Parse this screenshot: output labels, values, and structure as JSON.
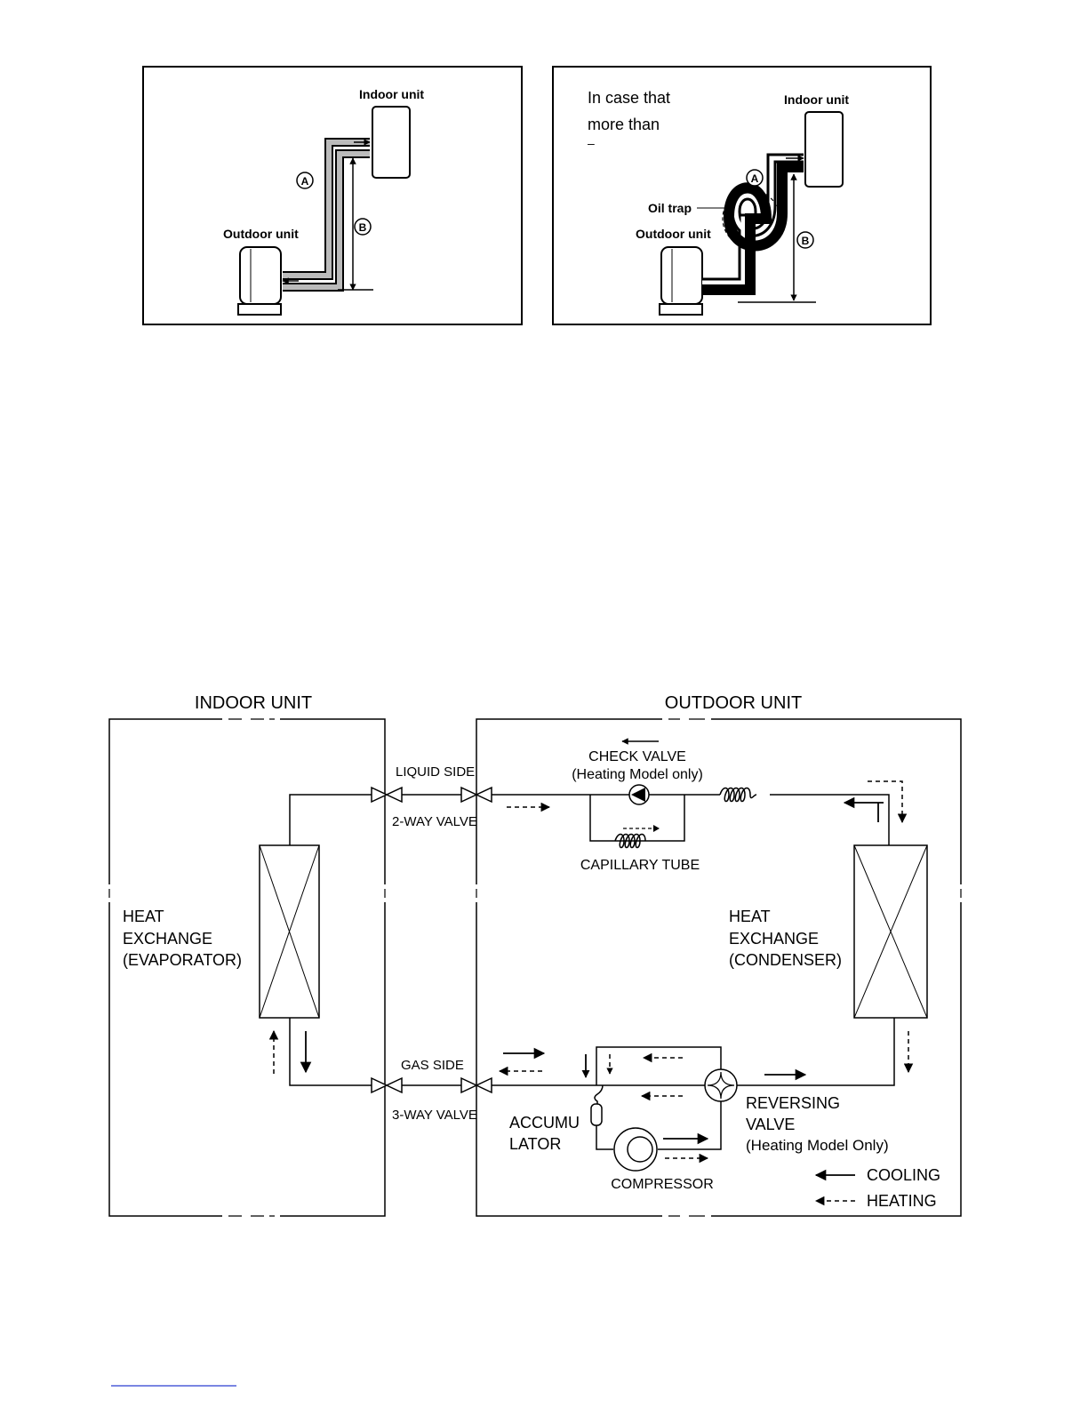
{
  "panel_left": {
    "indoor_label": "Indoor unit",
    "outdoor_label": "Outdoor unit",
    "marker_a": "A",
    "marker_b": "B"
  },
  "panel_right": {
    "note_line1": "In case that",
    "note_line2": "more than",
    "note_line3": "–",
    "indoor_label": "Indoor unit",
    "outdoor_label": "Outdoor unit",
    "oil_trap_label": "Oil trap",
    "marker_a": "A",
    "marker_b": "B"
  },
  "cycle": {
    "indoor_title": "INDOOR UNIT",
    "outdoor_title": "OUTDOOR UNIT",
    "liquid_side": "LIQUID SIDE",
    "two_way_valve": "2-WAY VALVE",
    "gas_side": "GAS SIDE",
    "three_way_valve": "3-WAY VALVE",
    "check_valve": "CHECK VALVE",
    "check_valve_note": "(Heating Model only)",
    "capillary_tube": "CAPILLARY TUBE",
    "evap_line1": "HEAT",
    "evap_line2": "EXCHANGE",
    "evap_line3": "(EVAPORATOR)",
    "cond_line1": "HEAT",
    "cond_line2": "EXCHANGE",
    "cond_line3": "(CONDENSER)",
    "accum_line1": "ACCUMU",
    "accum_line2": "LATOR",
    "compressor": "COMPRESSOR",
    "reversing_line1": "REVERSING",
    "reversing_line2": "VALVE",
    "reversing_line3": "(Heating Model Only)",
    "legend_cooling": "COOLING",
    "legend_heating": "HEATING"
  }
}
